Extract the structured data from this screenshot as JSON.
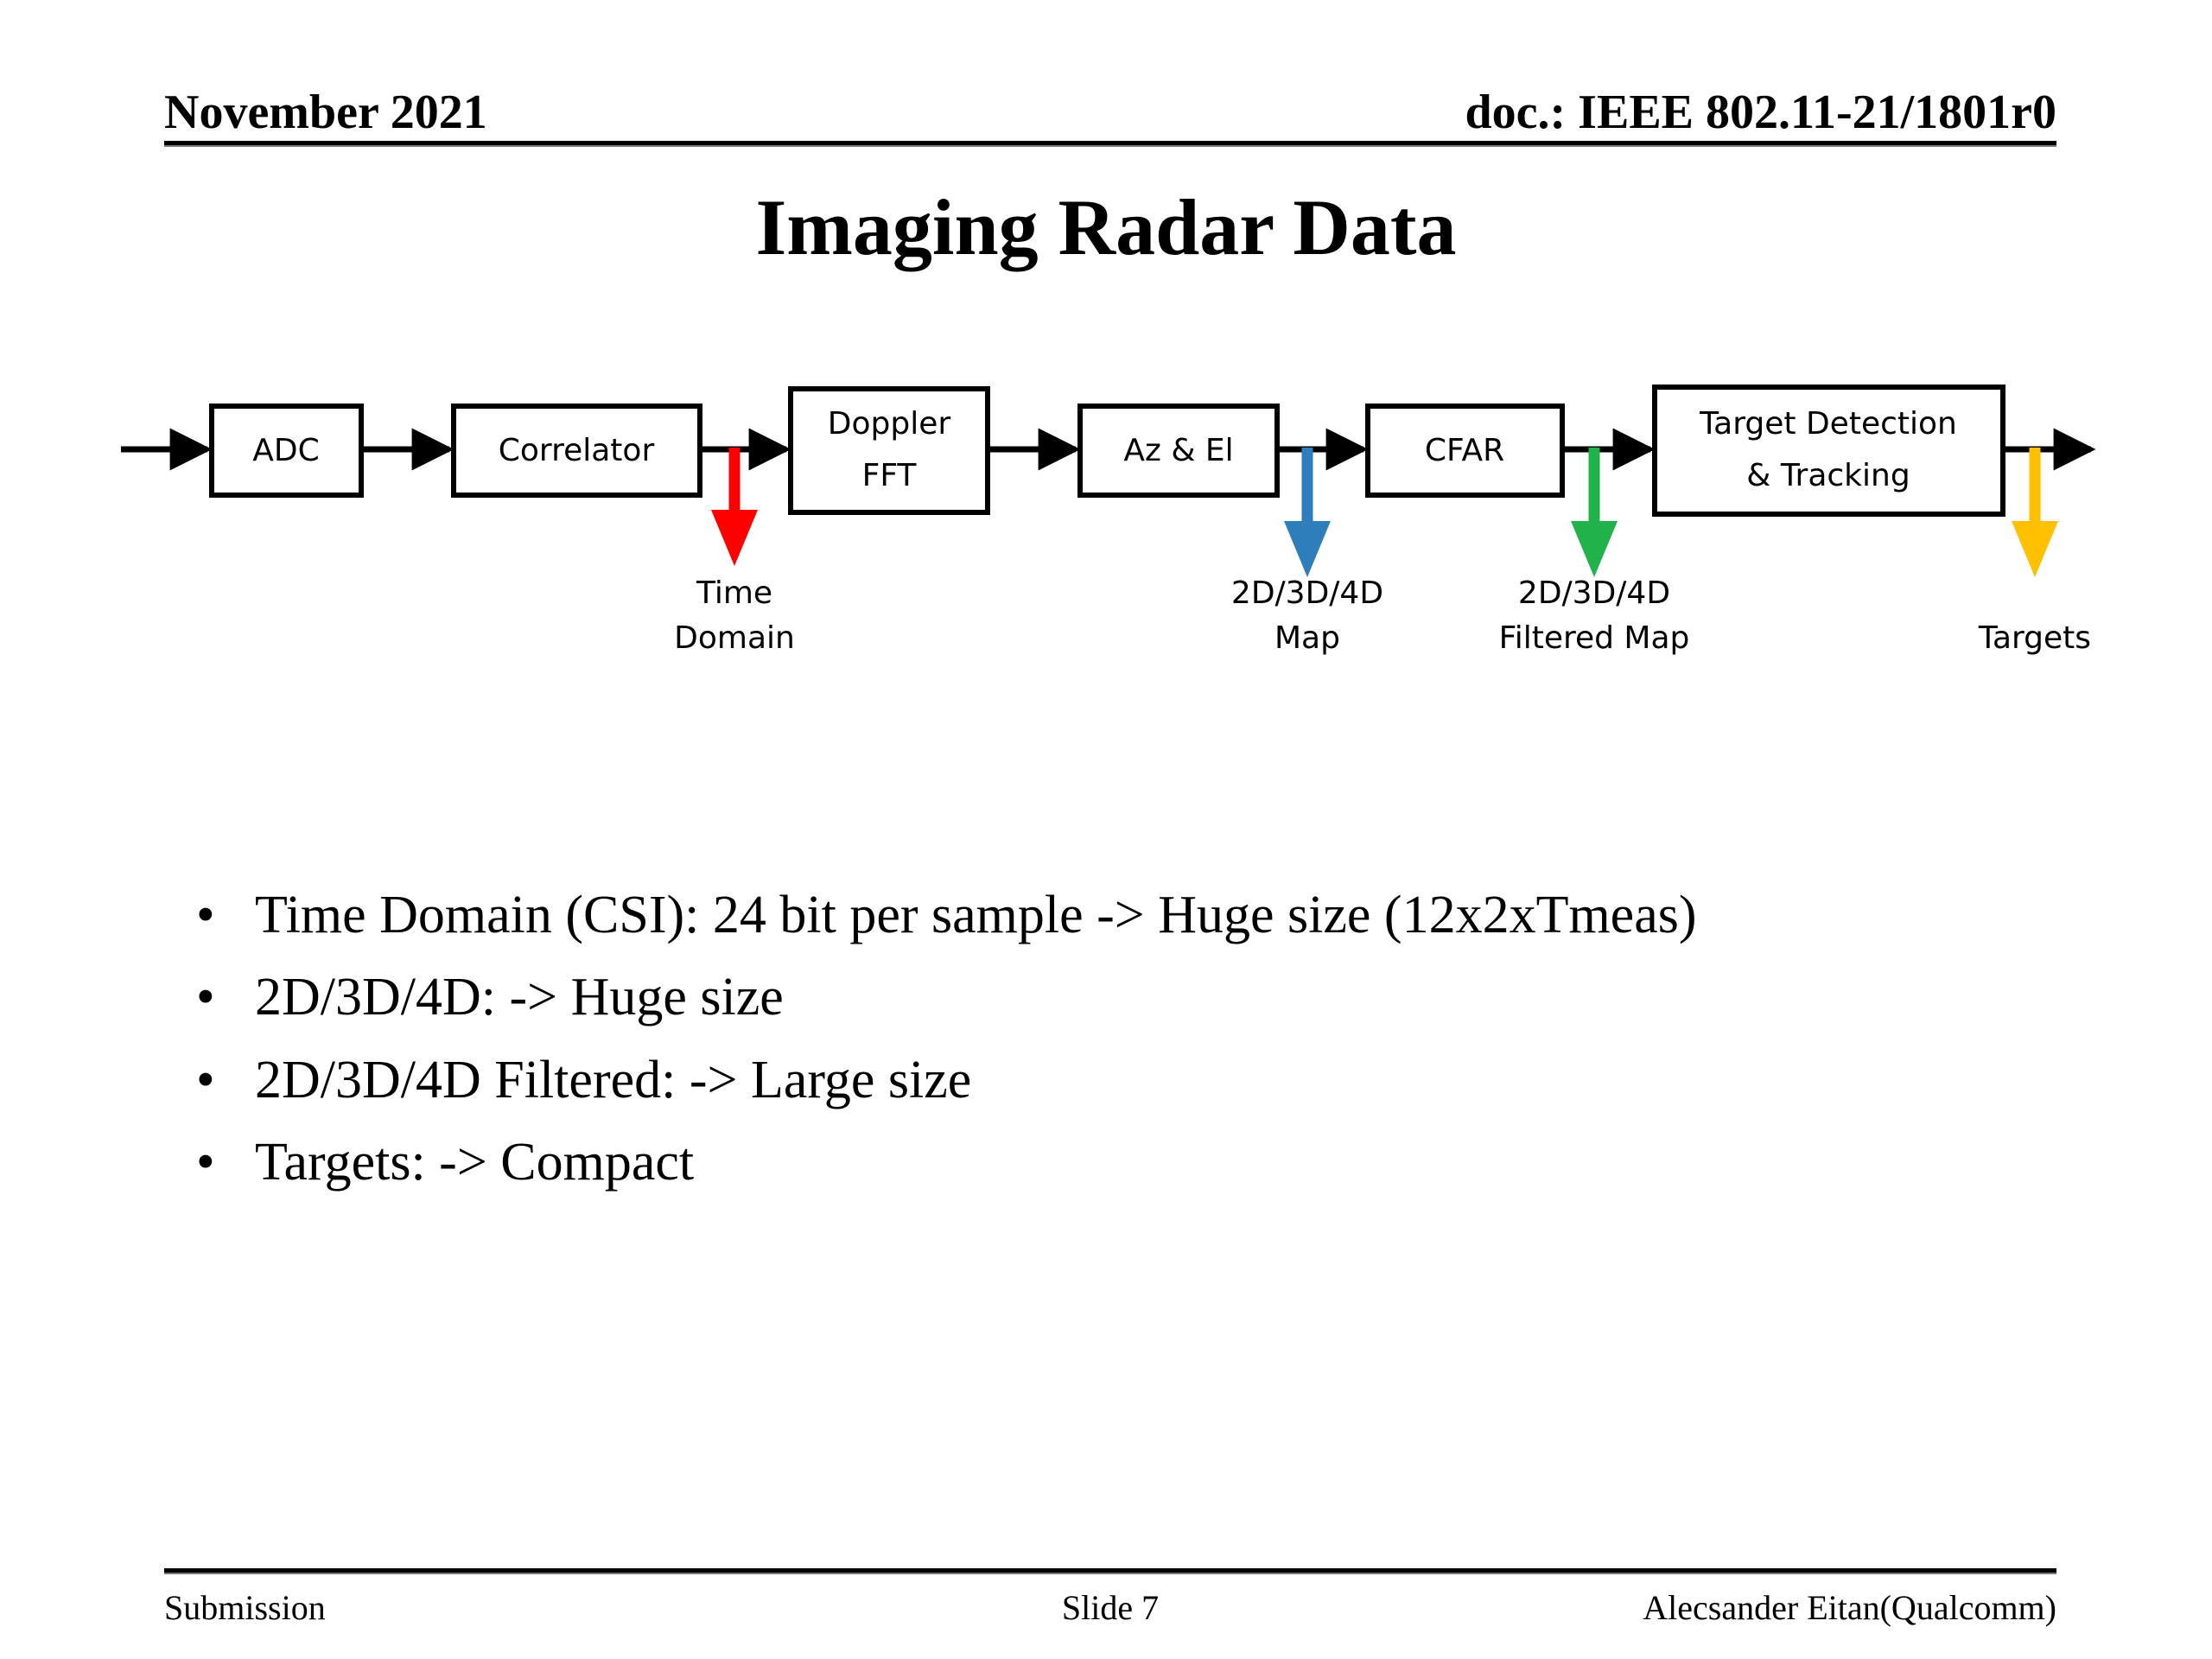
{
  "header": {
    "date": "November 2021",
    "doc": "doc.: IEEE 802.11-21/1801r0"
  },
  "title": "Imaging Radar Data",
  "diagram": {
    "blocks": [
      {
        "id": "adc",
        "label_line1": "ADC",
        "label_line2": ""
      },
      {
        "id": "corr",
        "label_line1": "Correlator",
        "label_line2": ""
      },
      {
        "id": "dopp",
        "label_line1": "Doppler",
        "label_line2": "FFT"
      },
      {
        "id": "azel",
        "label_line1": "Az & El",
        "label_line2": ""
      },
      {
        "id": "cfar",
        "label_line1": "CFAR",
        "label_line2": ""
      },
      {
        "id": "target",
        "label_line1": "Target Detection",
        "label_line2": "& Tracking"
      }
    ],
    "taps": [
      {
        "id": "time-domain",
        "color": "#FF0000",
        "label_line1": "Time",
        "label_line2": "Domain"
      },
      {
        "id": "map",
        "color": "#2E7EBB",
        "label_line1": "2D/3D/4D",
        "label_line2": "Map"
      },
      {
        "id": "filtered-map",
        "color": "#21B24B",
        "label_line1": "2D/3D/4D",
        "label_line2": "Filtered Map"
      },
      {
        "id": "targets",
        "color": "#FFC000",
        "label_line1": "",
        "label_line2": "Targets"
      }
    ]
  },
  "bullets": [
    {
      "marker": "•",
      "text": "Time Domain (CSI): 24 bit per sample -> Huge size (12x2xTmeas)"
    },
    {
      "marker": "•",
      "text": "2D/3D/4D: -> Huge size"
    },
    {
      "marker": "•",
      "text": "2D/3D/4D Filtered: -> Large size"
    },
    {
      "marker": "•",
      "text": "Targets: -> Compact"
    }
  ],
  "footer": {
    "left": "Submission",
    "center": "Slide 7",
    "right": "Alecsander Eitan(Qualcomm)"
  }
}
